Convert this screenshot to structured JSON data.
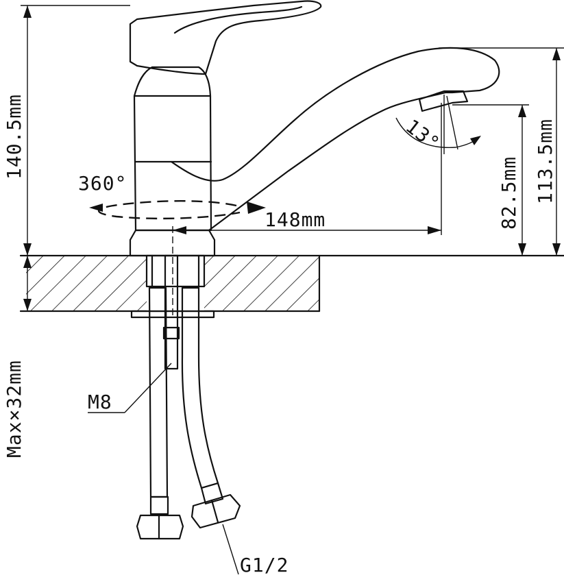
{
  "diagram": {
    "dimensions": {
      "total_height": "140.5mm",
      "spout_height": "113.5mm",
      "aerator_height": "82.5mm",
      "reach": "148mm",
      "rotation": "360°",
      "aerator_angle": "13°",
      "max_countertop": "Max×32mm"
    },
    "callouts": {
      "thread_rod": "M8",
      "hose_connector": "G1/2"
    }
  }
}
